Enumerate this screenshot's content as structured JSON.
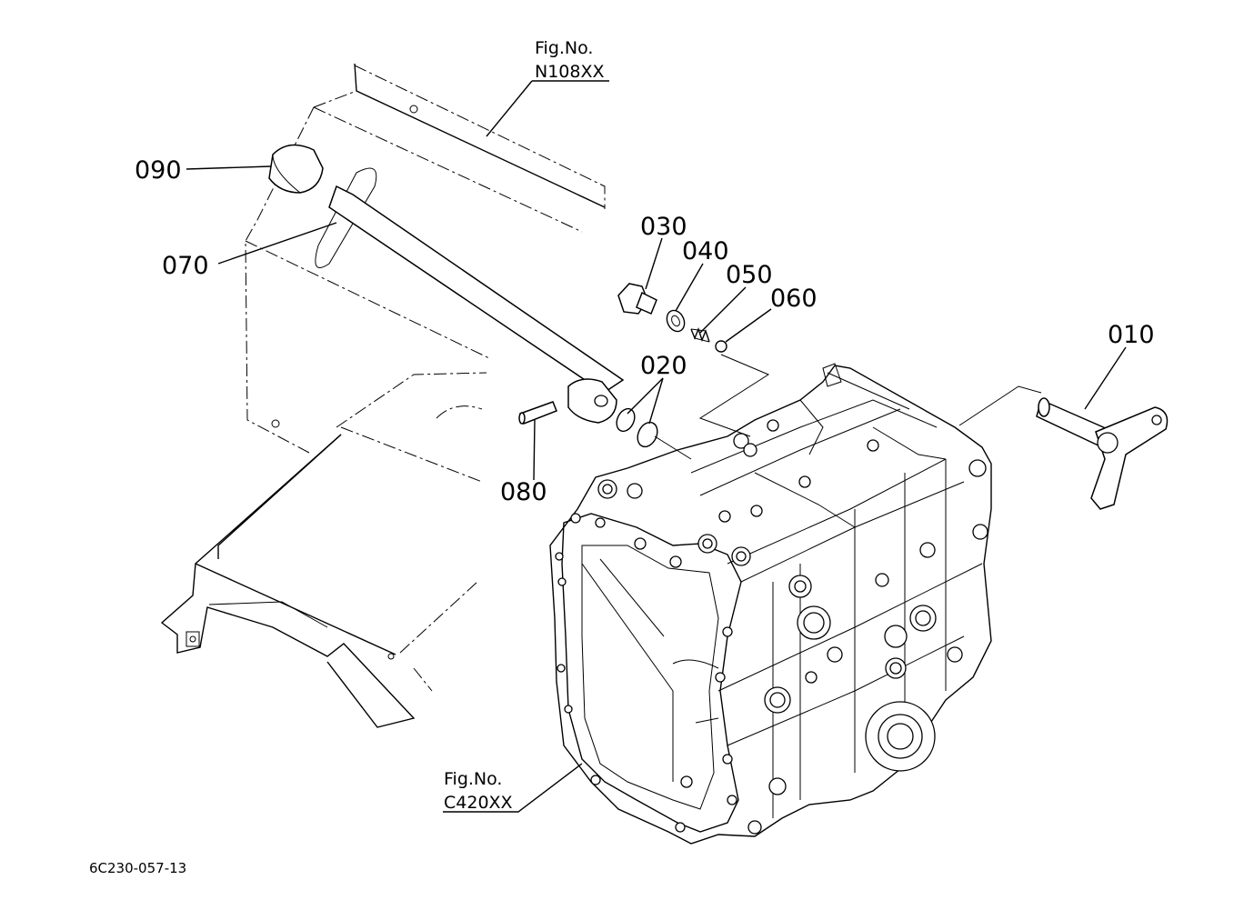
{
  "diagram": {
    "drawing_code": "6C230-057-13",
    "figure_references": [
      {
        "line1": "Fig.No.",
        "line2": "N108XX"
      },
      {
        "line1": "Fig.No.",
        "line2": "C420XX"
      }
    ],
    "part_numbers": {
      "p010": "010",
      "p020": "020",
      "p030": "030",
      "p040": "040",
      "p050": "050",
      "p060": "060",
      "p070": "070",
      "p080": "080",
      "p090": "090"
    }
  }
}
